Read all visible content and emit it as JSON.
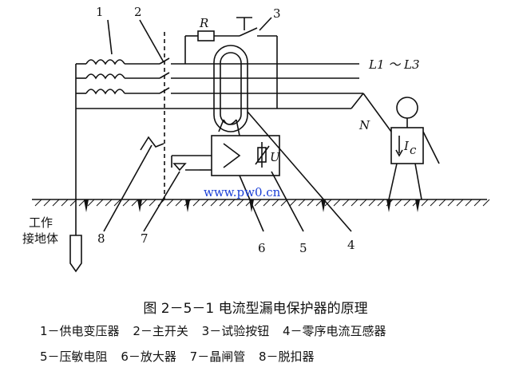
{
  "labels": {
    "n1": "1",
    "n2": "2",
    "n3": "3",
    "n4": "4",
    "n5": "5",
    "n6": "6",
    "n7": "7",
    "n8": "8",
    "R": "R",
    "L": "L1 ～ L3",
    "N": "N",
    "U": "U",
    "Ic": "I",
    "Ic_sub": "c",
    "ground_line1": "工作",
    "ground_line2": "接地体",
    "watermark": "www.pw0.cn"
  },
  "caption": "图 2－5－1    电流型漏电保护器的原理",
  "legend_row1": [
    "1－供电变压器",
    "2－主开关",
    "3－试验按钮",
    "4－零序电流互感器"
  ],
  "legend_row2": [
    "5－压敏电阻",
    "6－放大器",
    "7－晶闸管",
    "8－脱扣器"
  ]
}
